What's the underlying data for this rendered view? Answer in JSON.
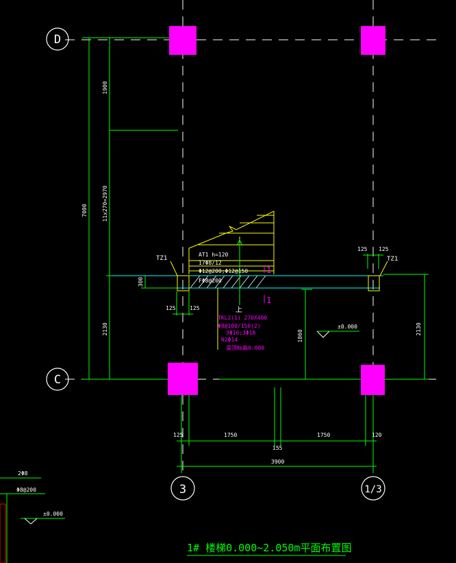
{
  "axes": {
    "row_top": "D",
    "row_bottom": "C",
    "col_left": "3",
    "col_right": "1/3"
  },
  "dims": {
    "top_span": "1900",
    "mid_span": "11x270=2970",
    "total_height": "7000",
    "bottom_span": "2130",
    "right_height": "2130",
    "landing_height": "1860",
    "beam_depth": "300",
    "left_125_a": "125",
    "left_125_b": "125",
    "right_125_a": "125",
    "right_125_b": "125",
    "bottom_125": "125",
    "span_1750_a": "1750",
    "span_1750_b": "1750",
    "bottom_120": "120",
    "gap_155": "155",
    "overall_width": "3900"
  },
  "labels": {
    "tz_left": "TZ1",
    "tz_right": "TZ1",
    "elevation": "±0.000",
    "cut_mark_top": "1",
    "cut_mark_bottom": "1",
    "up_marker": "上"
  },
  "stair_notes": {
    "line1": "AT1 h=120",
    "line2": "17Φ8/12",
    "line3": "Φ12@200;Φ12@150",
    "line4": "FΦ8@200"
  },
  "beam_notes": {
    "line1": "TKL2(1) 270X400",
    "line2": "Φ8@100/150(2)",
    "line3": "3Φ16;3Φ18",
    "line4": "N2Φ14",
    "line5": "梁顶标高0.000"
  },
  "side_fragment": {
    "line1": "2Φ8",
    "line2": "Φ8@200",
    "elevation": "±0.000"
  },
  "title": "1# 楼梯0.000~2.050m平面布置图",
  "colors": {
    "background": "#000000",
    "dimension": "#00ff00",
    "axis": "#ffffff",
    "column": "#ff00ff",
    "stair": "#ffff00",
    "beam": "#00ffff",
    "note": "#ff00ff"
  }
}
